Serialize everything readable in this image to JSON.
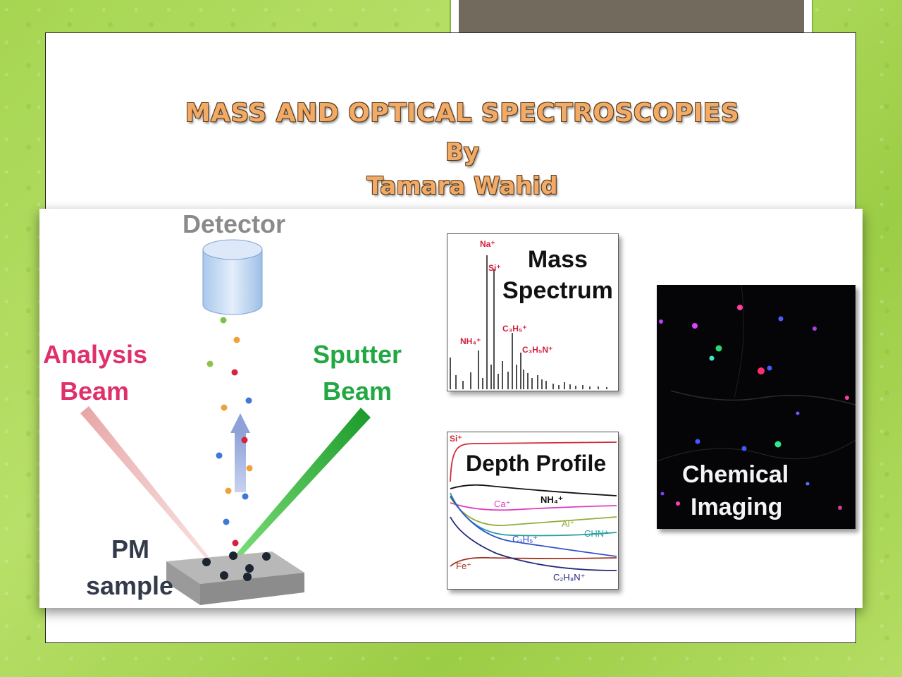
{
  "slide": {
    "title_line1": "MASS AND OPTICAL SPECTROSCOPIES",
    "title_line2": "By",
    "title_line3": "Tamara Wahid"
  },
  "figure": {
    "detector_label": "Detector",
    "analysis_beam": [
      "Analysis",
      "Beam"
    ],
    "sputter_beam": [
      "Sputter",
      "Beam"
    ],
    "sample_label": [
      "PM",
      "sample"
    ],
    "mass_spectrum": {
      "title": [
        "Mass",
        "Spectrum"
      ],
      "peaks": [
        "Na⁺",
        "Si⁺",
        "NH₄⁺",
        "C₃H₅⁺",
        "C₃H₅N⁺"
      ]
    },
    "depth_profile": {
      "title": "Depth Profile",
      "series": [
        "Si⁺",
        "Ca⁺",
        "NH₄⁺",
        "Al⁺",
        "CHN⁺",
        "C₃H₅⁺",
        "Fe⁺",
        "C₂H₈N⁺"
      ]
    },
    "chemical_imaging": [
      "Chemical",
      "Imaging"
    ]
  },
  "colors": {
    "title": "#f2ab67",
    "analysis_beam": "#e0306a",
    "sputter_beam": "#22a843",
    "tab": "#726a5c",
    "border_green": "#7fb93a"
  }
}
